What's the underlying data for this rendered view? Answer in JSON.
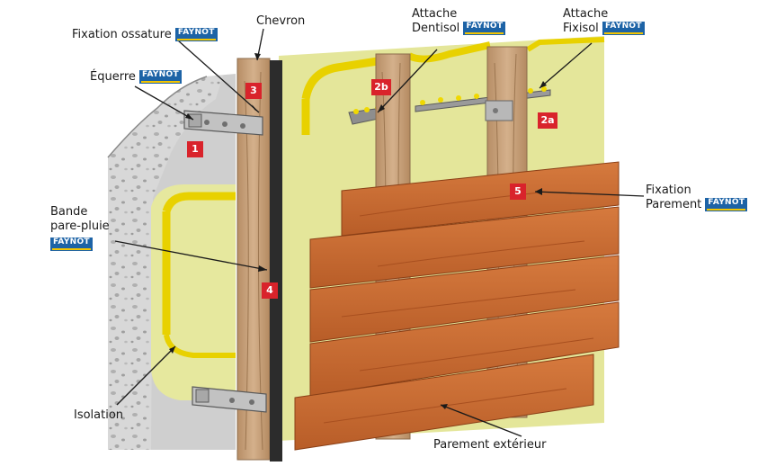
{
  "brand_name": "FAYNOT",
  "labels": {
    "chevron": "Chevron",
    "fixation_ossature": "Fixation ossature",
    "equerre": "Équerre",
    "attache_dentisol_1": "Attache",
    "attache_dentisol_2": "Dentisol",
    "attache_fixisol_1": "Attache",
    "attache_fixisol_2": "Fixisol",
    "fixation_parement_1": "Fixation",
    "fixation_parement_2": "Parement",
    "bande_1": "Bande",
    "bande_2": "pare-pluie",
    "isolation": "Isolation",
    "parement_exterieur": "Parement extérieur"
  },
  "badges": {
    "b1": "1",
    "b2a": "2a",
    "b2b": "2b",
    "b3": "3",
    "b4": "4",
    "b5": "5"
  },
  "colors": {
    "concrete": "#d6d6d6",
    "insulation": "#e4e69a",
    "insulation_edge": "#e8d100",
    "wood_batten": "#c9a47f",
    "cladding": "#c96a32",
    "rain_band": "#2c2c2c",
    "badge_red": "#d9232b",
    "brand_blue": "#1d63a6"
  }
}
